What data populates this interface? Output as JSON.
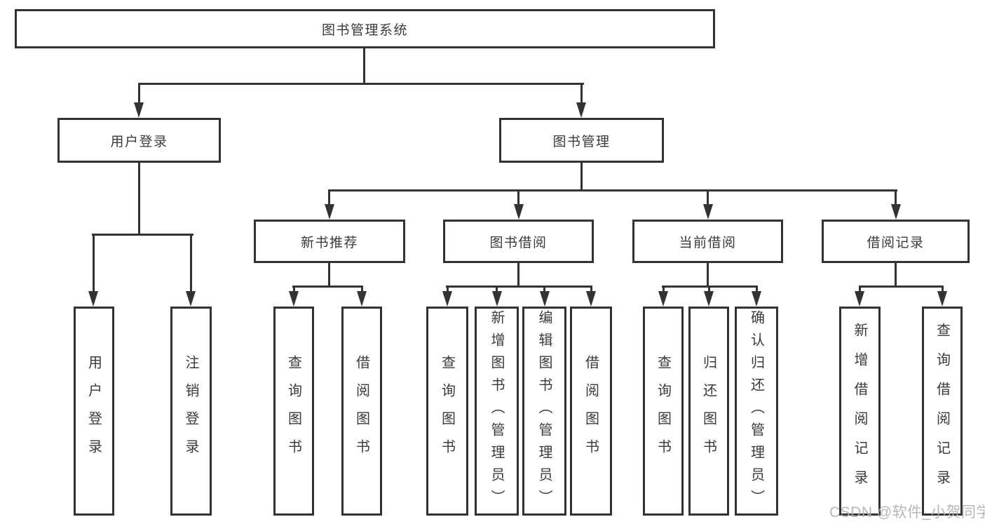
{
  "diagram": {
    "root": {
      "label": "图书管理系统"
    },
    "user": {
      "label": "用户登录",
      "children": [
        {
          "label": "用户登录"
        },
        {
          "label": "注销登录"
        }
      ]
    },
    "mgmt": {
      "label": "图书管理",
      "sections": [
        {
          "label": "新书推荐",
          "children": [
            {
              "label": "查询图书"
            },
            {
              "label": "借阅图书"
            }
          ]
        },
        {
          "label": "图书借阅",
          "children": [
            {
              "label": "查询图书"
            },
            {
              "label": "新增图书（管理员）"
            },
            {
              "label": "编辑图书（管理员）"
            },
            {
              "label": "借阅图书"
            }
          ]
        },
        {
          "label": "当前借阅",
          "children": [
            {
              "label": "查询图书"
            },
            {
              "label": "归还图书"
            },
            {
              "label": "确认归还（管理员）"
            }
          ]
        },
        {
          "label": "借阅记录",
          "children": [
            {
              "label": "新增借阅记录"
            },
            {
              "label": "查询借阅记录"
            }
          ]
        }
      ]
    }
  },
  "watermark": {
    "text": "CSDN @软件_小贺同学"
  },
  "colors": {
    "line": "#333333",
    "text": "#3a3a3a",
    "watermark": "#b0b0b0",
    "background": "#ffffff"
  }
}
